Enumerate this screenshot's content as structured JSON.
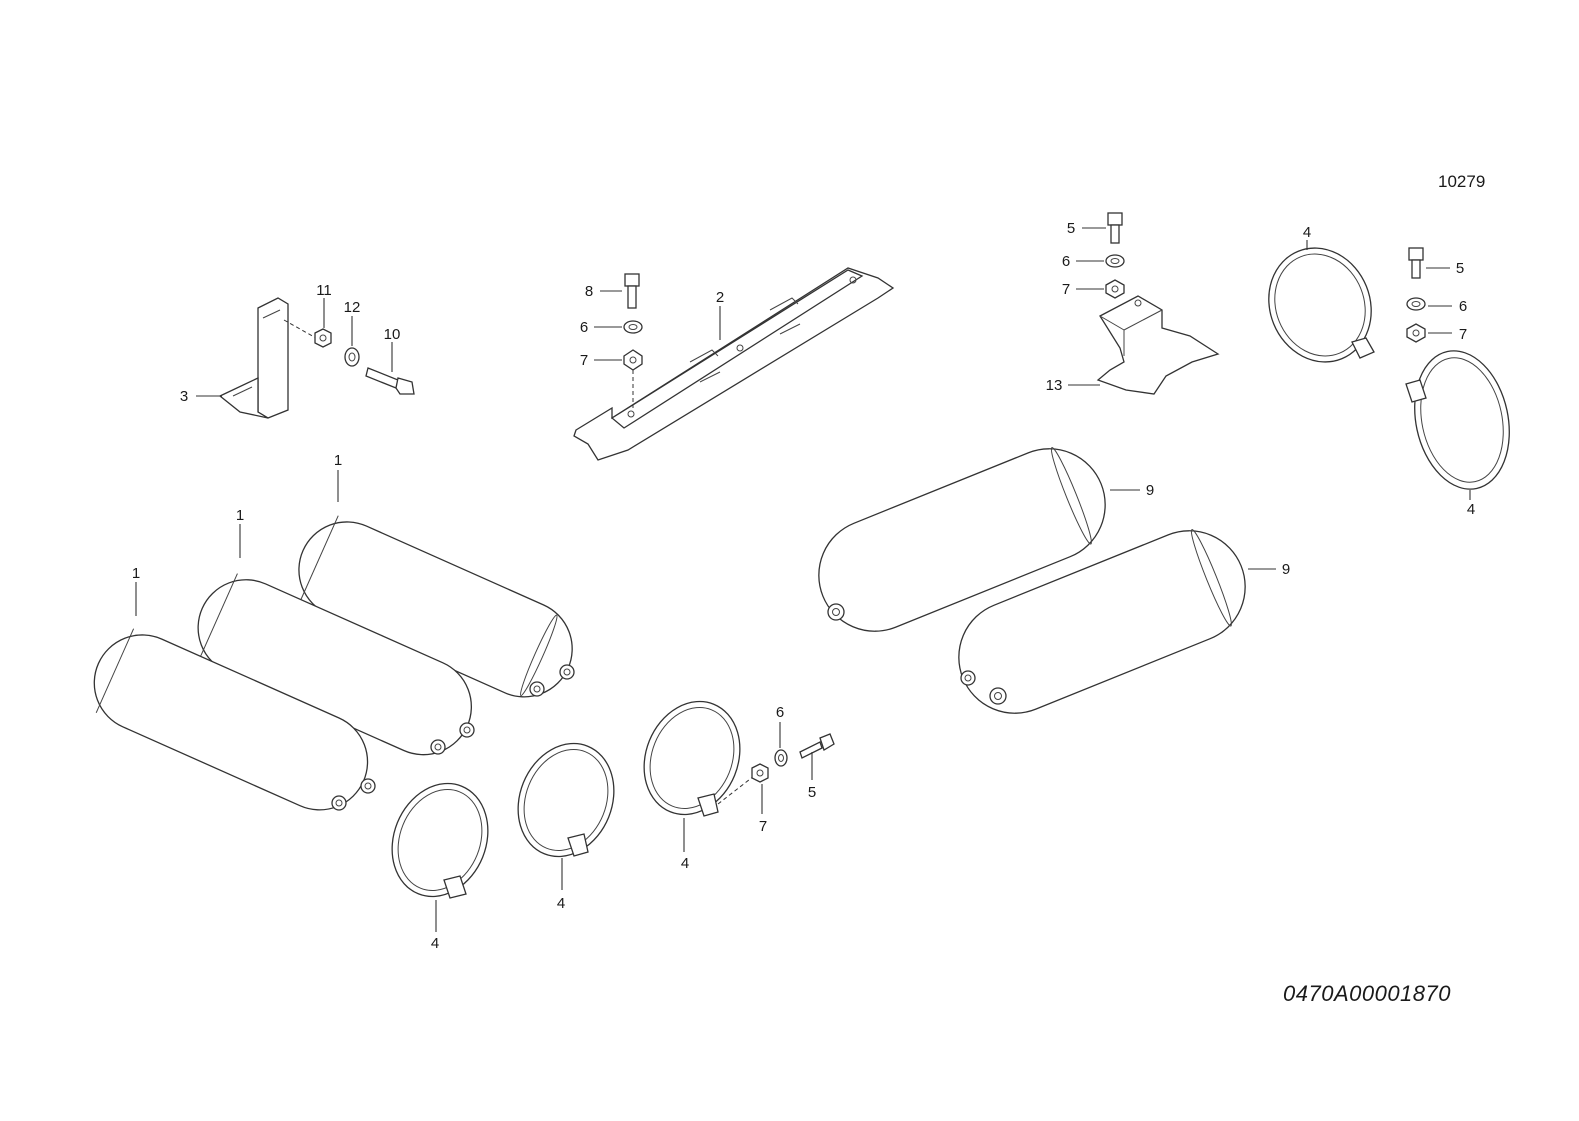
{
  "diagram": {
    "reference_number": "10279",
    "drawing_code": "0470A00001870",
    "callouts": [
      "1",
      "1",
      "1",
      "2",
      "3",
      "4",
      "4",
      "4",
      "4",
      "4",
      "5",
      "5",
      "5",
      "6",
      "6",
      "6",
      "7",
      "7",
      "7",
      "8",
      "9",
      "9",
      "10",
      "11",
      "12",
      "13"
    ]
  }
}
